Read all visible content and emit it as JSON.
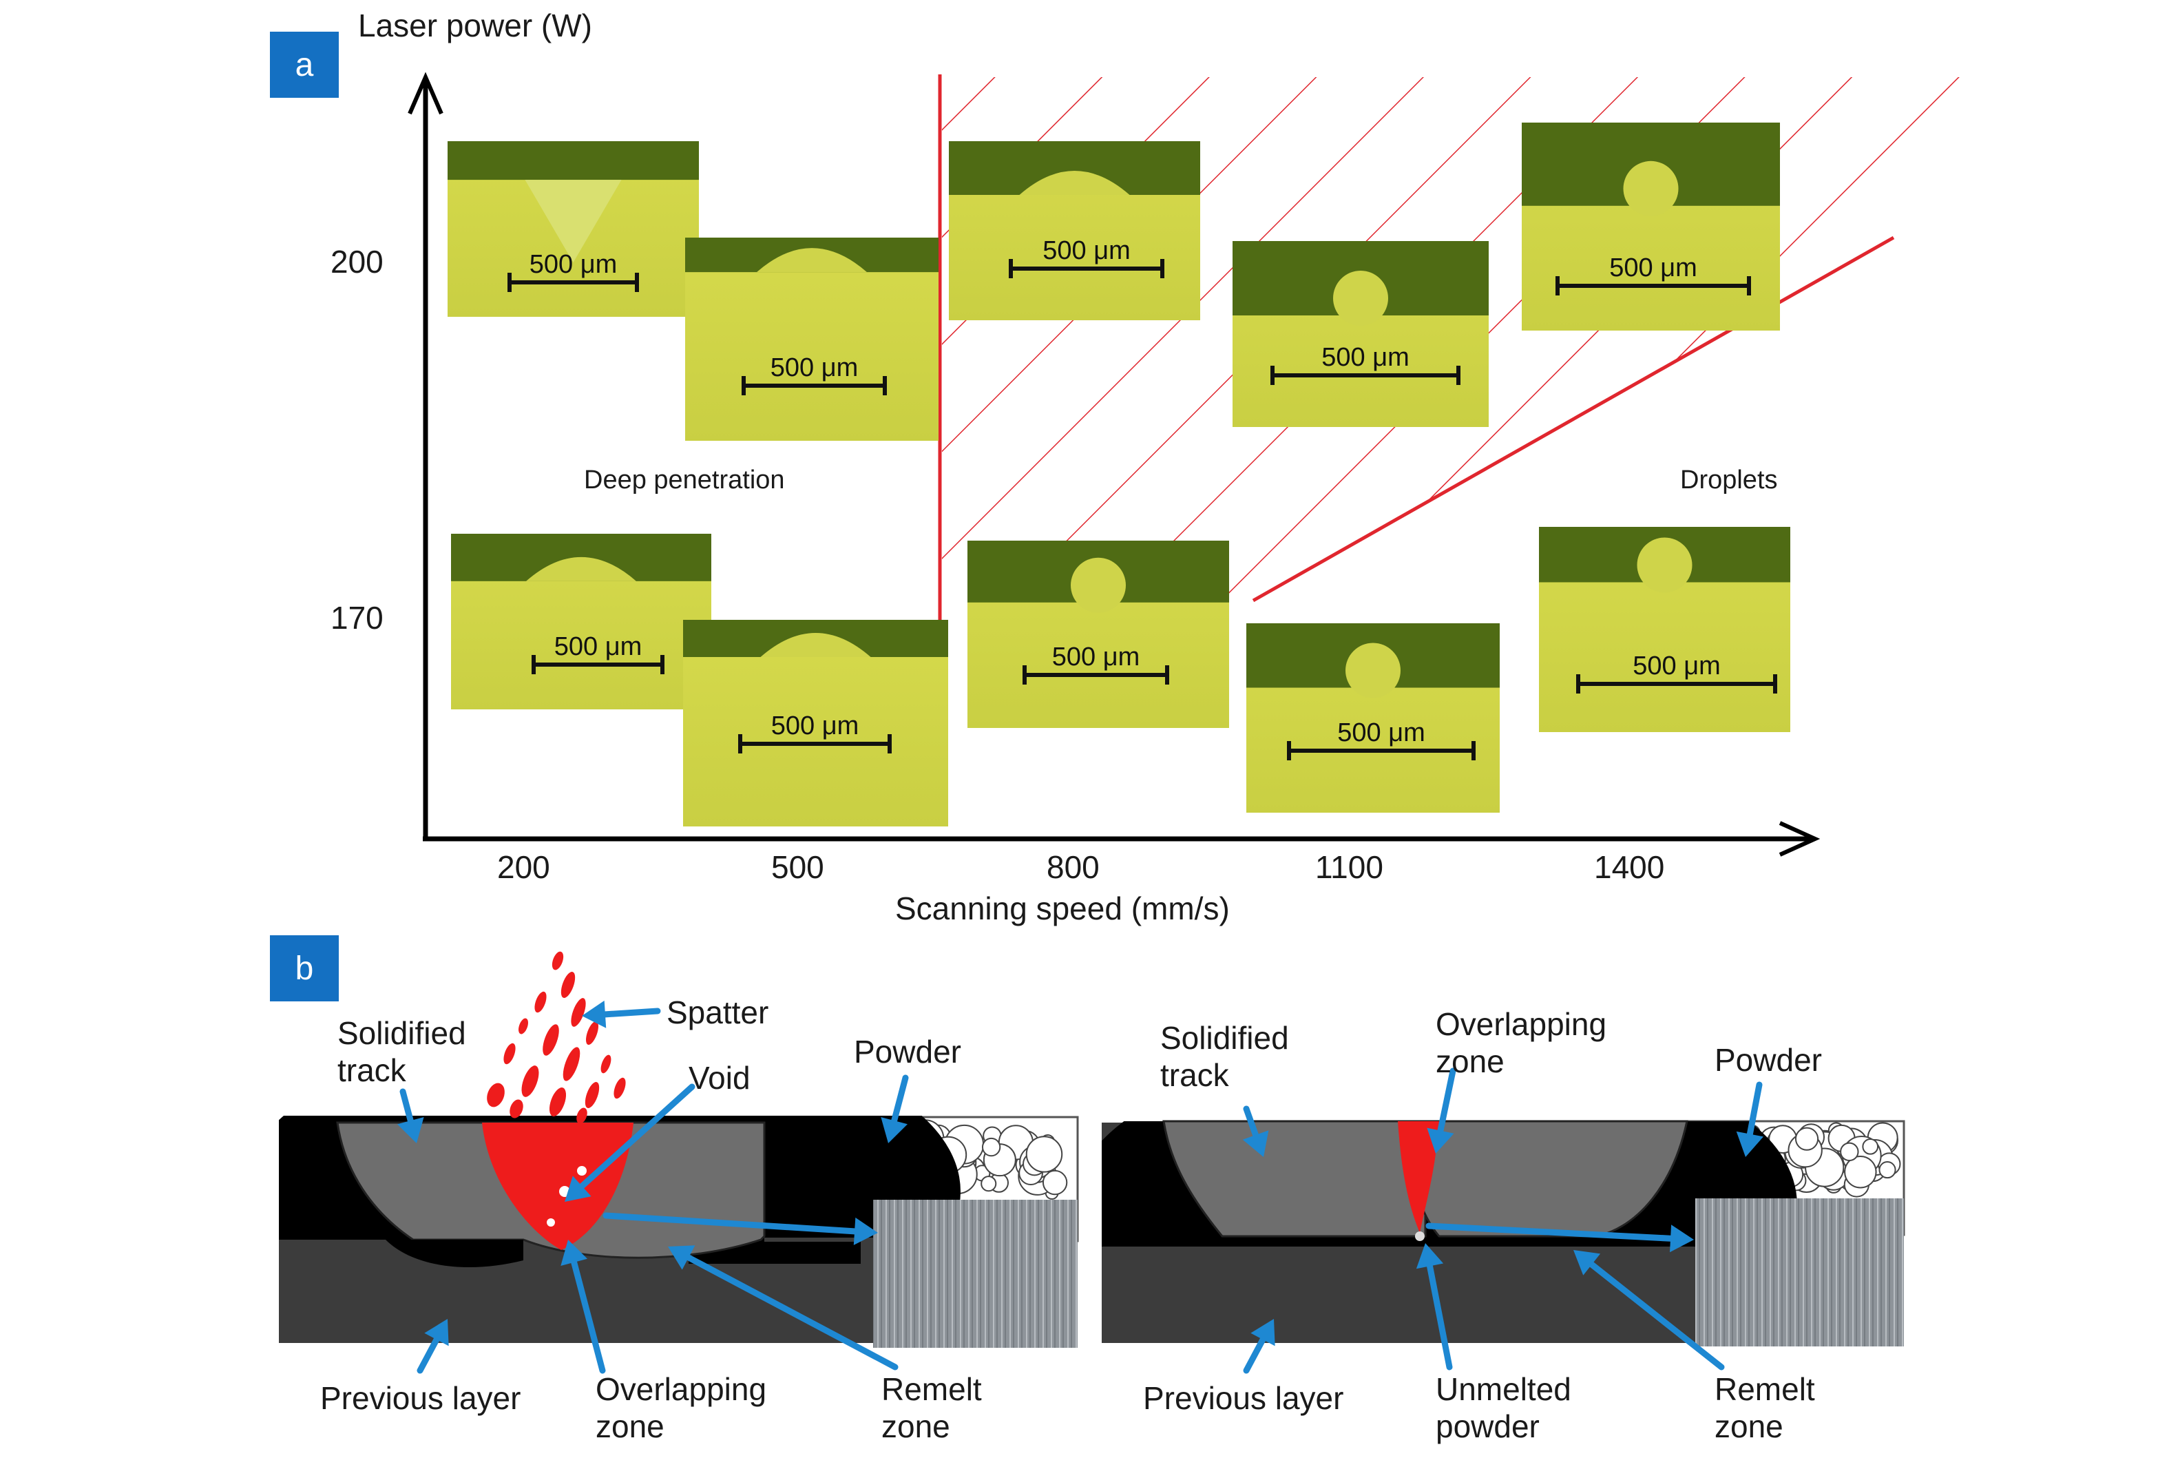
{
  "panel_a": {
    "badge": "a",
    "y_axis_label": "Laser power (W)",
    "x_axis_label": "Scanning speed (mm/s)",
    "y_ticks": [
      "200",
      "170"
    ],
    "x_ticks": [
      "200",
      "500",
      "800",
      "1100",
      "1400"
    ],
    "regions": {
      "left": "Deep penetration",
      "right": "Droplets"
    },
    "scale_bar": "500 μm",
    "colors": {
      "axis": "#000000",
      "boundary": "#e0262e",
      "hatch": "#e0262e",
      "micrograph_top": "#4f6b14",
      "micrograph_bottom": "#d8d94a"
    }
  },
  "panel_b": {
    "badge": "b",
    "left": {
      "solidified_track": "Solidified\ntrack",
      "spatter": "Spatter",
      "void": "Void",
      "powder": "Powder",
      "previous_layer": "Previous layer",
      "overlapping_zone": "Overlapping\nzone",
      "remelt_zone": "Remelt\nzone"
    },
    "right": {
      "solidified_track": "Solidified\ntrack",
      "overlapping_zone": "Overlapping\nzone",
      "powder": "Powder",
      "previous_layer": "Previous layer",
      "unmelted_powder": "Unmelted\npowder",
      "remelt_zone": "Remelt\nzone"
    },
    "colors": {
      "arrow": "#1e88d2",
      "melt": "#ee1c1c",
      "track": "#6e6e6e",
      "substrate": "#3c3c3c",
      "remelt": "#000000"
    }
  }
}
